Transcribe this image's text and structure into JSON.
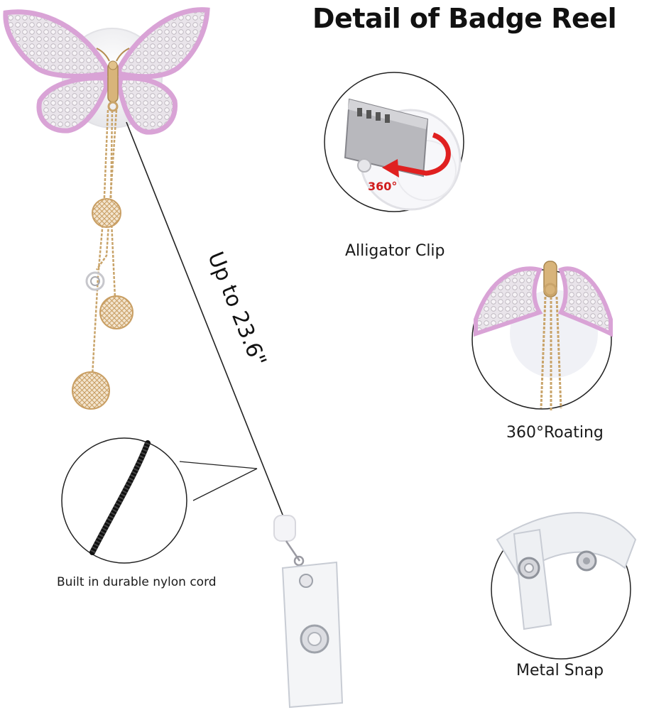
{
  "title": "Detail of Badge Reel",
  "labels": {
    "alligator_clip": "Alligator Clip",
    "rotation": "360°Roating",
    "metal_snap": "Metal Snap",
    "nylon_cord": "Built in durable nylon cord",
    "length": "Up to 23.6\"",
    "rotation_badge": "360°"
  },
  "colors": {
    "rhinestone_pink": "#d9a3d6",
    "gold": "#c9a46a",
    "rotation_arrow": "#e02020"
  }
}
